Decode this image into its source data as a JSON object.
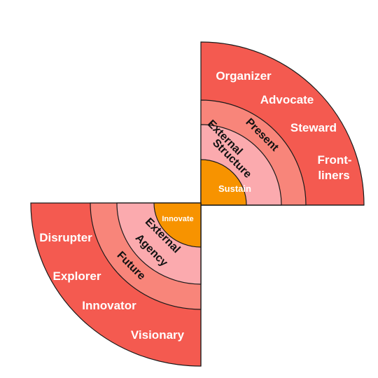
{
  "colors": {
    "outer": "#f45a50",
    "middle": "#f8857a",
    "inner": "#fbaaae",
    "core": "#f79300",
    "stroke": "#1a1a1a"
  },
  "top_right": {
    "core_label": "Sustain",
    "inner_label_line1": "External",
    "inner_label_line2": "Structure",
    "middle_label": "Present",
    "outer_items": [
      "Organizer",
      "Advocate",
      "Steward",
      "Front-",
      "liners"
    ]
  },
  "bottom_left": {
    "core_label": "Innovate",
    "inner_label_line1": "External",
    "inner_label_line2": "Agency",
    "middle_label": "Future",
    "outer_items": [
      "Disrupter",
      "Explorer",
      "Innovator",
      "Visionary"
    ]
  }
}
